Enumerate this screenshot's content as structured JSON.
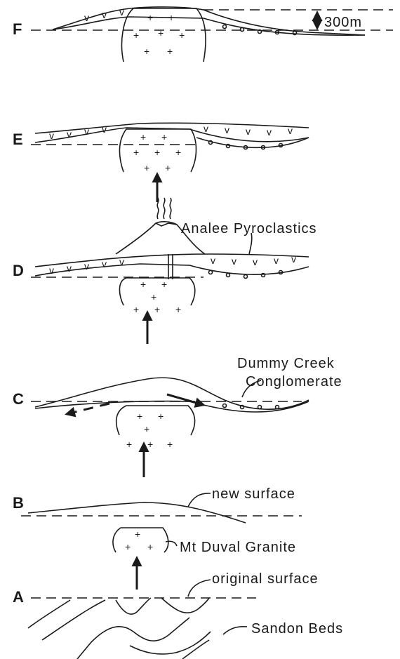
{
  "stages": [
    "A",
    "B",
    "C",
    "D",
    "E",
    "F"
  ],
  "labels": {
    "scale": "300m",
    "analee": "Analee Pyroclastics",
    "dummy_line1": "Dummy Creek",
    "dummy_line2": "Conglomerate",
    "new_surface": "new surface",
    "granite": "Mt Duval Granite",
    "original_surface": "original surface",
    "sandon": "Sandon Beds"
  }
}
